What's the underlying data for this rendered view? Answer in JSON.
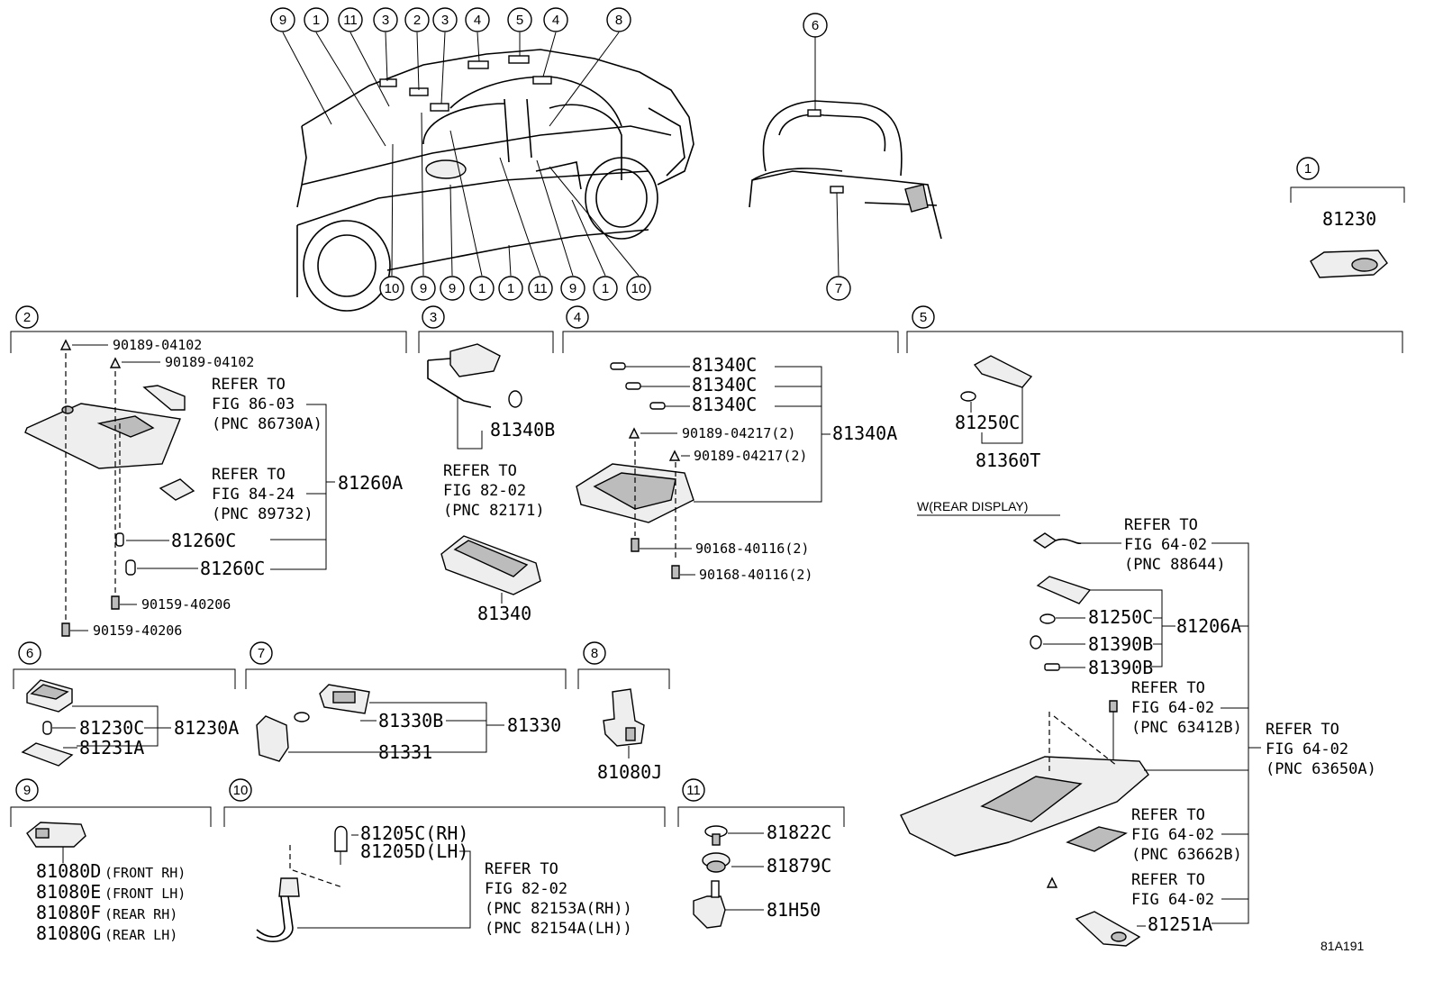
{
  "car_callouts_top": [
    "9",
    "1",
    "11",
    "3",
    "2",
    "3",
    "4",
    "5",
    "4",
    "8"
  ],
  "car_callouts_bottom": [
    "10",
    "9",
    "9",
    "1",
    "1",
    "11",
    "9",
    "1",
    "10"
  ],
  "trunk_callouts": [
    "6",
    "7"
  ],
  "section_1": {
    "num": "1",
    "part": "81230"
  },
  "section_2": {
    "num": "2",
    "fasteners": [
      "90189-04102",
      "90189-04102",
      "90159-40206",
      "90159-40206"
    ],
    "refer1": [
      "REFER TO",
      "FIG 86-03",
      "(PNC 86730A)"
    ],
    "refer2": [
      "REFER TO",
      "FIG 84-24",
      "(PNC 89732)"
    ],
    "bulbs": [
      "81260C",
      "81260C"
    ],
    "assembly": "81260A"
  },
  "section_3": {
    "num": "3",
    "bulb": "81340B",
    "refer": [
      "REFER TO",
      "FIG 82-02",
      "(PNC 82171)"
    ],
    "part": "81340"
  },
  "section_4": {
    "num": "4",
    "bulbs": [
      "81340C",
      "81340C",
      "81340C"
    ],
    "clips": [
      "90189-04217(2)",
      "90189-04217(2)"
    ],
    "screws": [
      "90168-40116(2)",
      "90168-40116(2)"
    ],
    "assembly": "81340A"
  },
  "section_5": {
    "num": "5",
    "bulb": "81250C",
    "assembly": "81360T",
    "variant": "W(REAR DISPLAY)",
    "refer_a": [
      "REFER TO",
      "FIG 64-02",
      "(PNC 88644)"
    ],
    "sub_parts": [
      "81250C",
      "81390B",
      "81390B"
    ],
    "sub_assembly": "81206A",
    "refer_b": [
      "REFER TO",
      "FIG 64-02",
      "(PNC 63412B)"
    ],
    "refer_c": [
      "REFER TO",
      "FIG 64-02",
      "(PNC 63650A)"
    ],
    "refer_d": [
      "REFER TO",
      "FIG 64-02",
      "(PNC 63662B)"
    ],
    "refer_e": [
      "REFER TO",
      "FIG 64-02"
    ],
    "lens": "81251A"
  },
  "section_6": {
    "num": "6",
    "bulb": "81230C",
    "lens": "81231A",
    "assembly": "81230A"
  },
  "section_7": {
    "num": "7",
    "lamp": "81330B",
    "lens": "81331",
    "assembly": "81330"
  },
  "section_8": {
    "num": "8",
    "part": "81080J"
  },
  "section_9": {
    "num": "9",
    "parts": [
      "81080D",
      "81080E",
      "81080F",
      "81080G"
    ],
    "notes": [
      "(FRONT RH)",
      "(FRONT LH)",
      "(REAR RH)",
      "(REAR LH)"
    ]
  },
  "section_10": {
    "num": "10",
    "parts": [
      "81205C(RH)",
      "81205D(LH)"
    ],
    "refer": [
      "REFER TO",
      "FIG 82-02",
      "(PNC 82153A(RH))",
      "(PNC 82154A(LH))"
    ]
  },
  "section_11": {
    "num": "11",
    "parts": [
      "81822C",
      "81879C",
      "81H50"
    ]
  },
  "figure_code": "81A191"
}
